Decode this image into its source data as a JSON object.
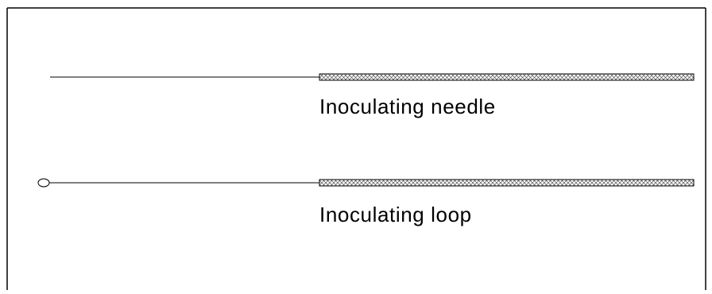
{
  "diagram": {
    "instruments": [
      {
        "label": "Inoculating needle",
        "tip": "needle"
      },
      {
        "label": "Inoculating loop",
        "tip": "loop"
      }
    ]
  },
  "colors": {
    "line": "#000000",
    "handle_hatch": "#555555",
    "background": "#ffffff"
  }
}
